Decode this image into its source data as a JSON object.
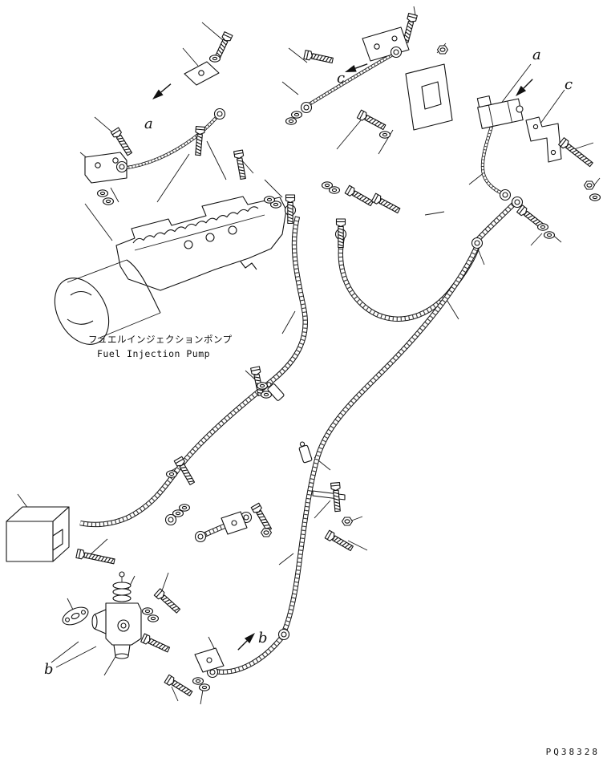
{
  "diagram": {
    "labels": {
      "a_top_left": "a",
      "c_top_middle": "c",
      "a_top_right": "a",
      "c_top_right": "c",
      "b_bottom_left": "b",
      "b_bottom_middle": "b"
    },
    "pump": {
      "label_ja": "フュエルインジェクションポンプ",
      "label_en": "Fuel Injection Pump"
    },
    "footer": {
      "drawing_number": "PQ38328"
    }
  }
}
